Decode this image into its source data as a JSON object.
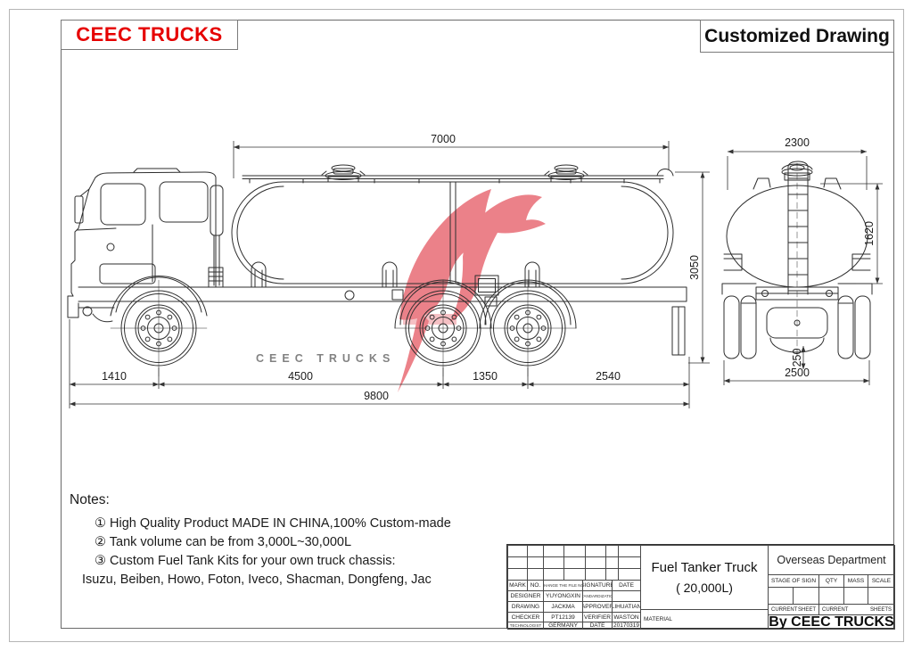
{
  "page": {
    "logo": "CEEC TRUCKS",
    "title": "Customized Drawing",
    "accent_red": "#e60000"
  },
  "watermark": {
    "text": "CEEC TRUCKS",
    "logo_color": "#e4525c",
    "text_color": "#bdbdbd"
  },
  "drawing": {
    "side_view": {
      "dims": {
        "tank_length": "7000",
        "overall_height": "3050",
        "front_overhang": "1410",
        "wheelbase": "4500",
        "rear_axle_spacing": "1350",
        "rear_overhang": "2540",
        "total_length": "9800"
      }
    },
    "rear_view": {
      "dims": {
        "tank_width": "2300",
        "tank_height": "1620",
        "overall_width": "2500",
        "detail": "250"
      }
    }
  },
  "notes": {
    "heading": "Notes:",
    "items": [
      "① High Quality Product MADE IN CHINA,100% Custom-made",
      "② Tank volume can be from 3,000L~30,000L",
      "③ Custom Fuel Tank Kits for your own truck chassis:",
      "Isuzu, Beiben, Howo, Foton, Iveco, Shacman, Dongfeng, Jac"
    ]
  },
  "title_block": {
    "header_row": {
      "mark": "MARK",
      "no": "NO.",
      "change": "CHANGE THE FILE NO.",
      "signature": "SIGNATURE",
      "date": "DATE"
    },
    "row_designer": {
      "label": "DESIGNER",
      "value": "YUYONGXIN",
      "label2": "STANDARDIZATION",
      "value2": ""
    },
    "row_drawing": {
      "label": "DRAWING",
      "value": "JACKMA",
      "label2": "APPROVER",
      "value2": "LIHUATIAN"
    },
    "row_checker": {
      "label": "CHECKER",
      "value": "PT12139",
      "label2": "VERIFIER",
      "value2": "WASTON"
    },
    "row_technologist": {
      "label": "TECHNOLOGIST",
      "value": "GERMANY",
      "label2": "DATE",
      "value2": "20170319"
    },
    "product": {
      "name": "Fuel Tanker Truck",
      "capacity": "( 20,000L)",
      "material_label": "MATERIAL"
    },
    "right": {
      "department": "Overseas Department",
      "stage": "STAGE OF SIGN",
      "qty": "QTY",
      "mass": "MASS",
      "scale": "SCALE",
      "current1": "CURRENT",
      "sheet1": "SHEET",
      "current2": "CURRENT",
      "sheet2": "SHEETS",
      "byline": "By CEEC TRUCKS"
    }
  }
}
